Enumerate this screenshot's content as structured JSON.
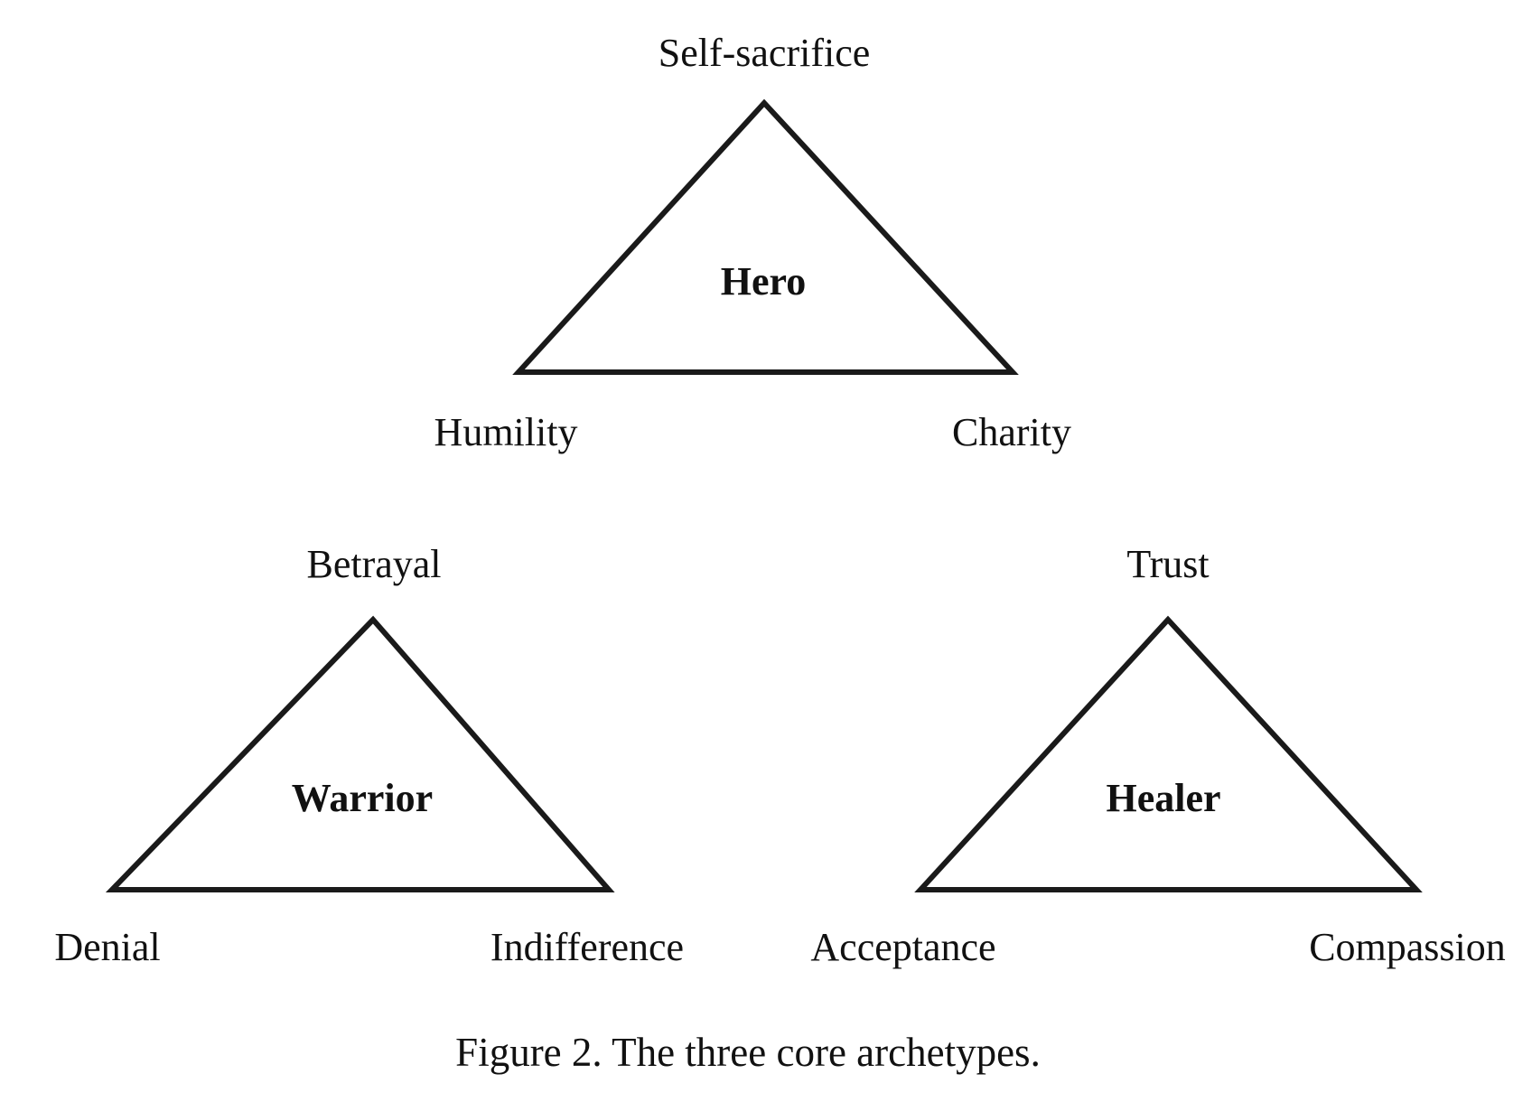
{
  "archetypes": {
    "hero": {
      "name": "Hero",
      "top": "Self-sacrifice",
      "left": "Humility",
      "right": "Charity"
    },
    "warrior": {
      "name": "Warrior",
      "top": "Betrayal",
      "left": "Denial",
      "right": "Indifference"
    },
    "healer": {
      "name": "Healer",
      "top": "Trust",
      "left": "Acceptance",
      "right": "Compassion"
    }
  },
  "caption": "Figure 2. The three core archetypes."
}
